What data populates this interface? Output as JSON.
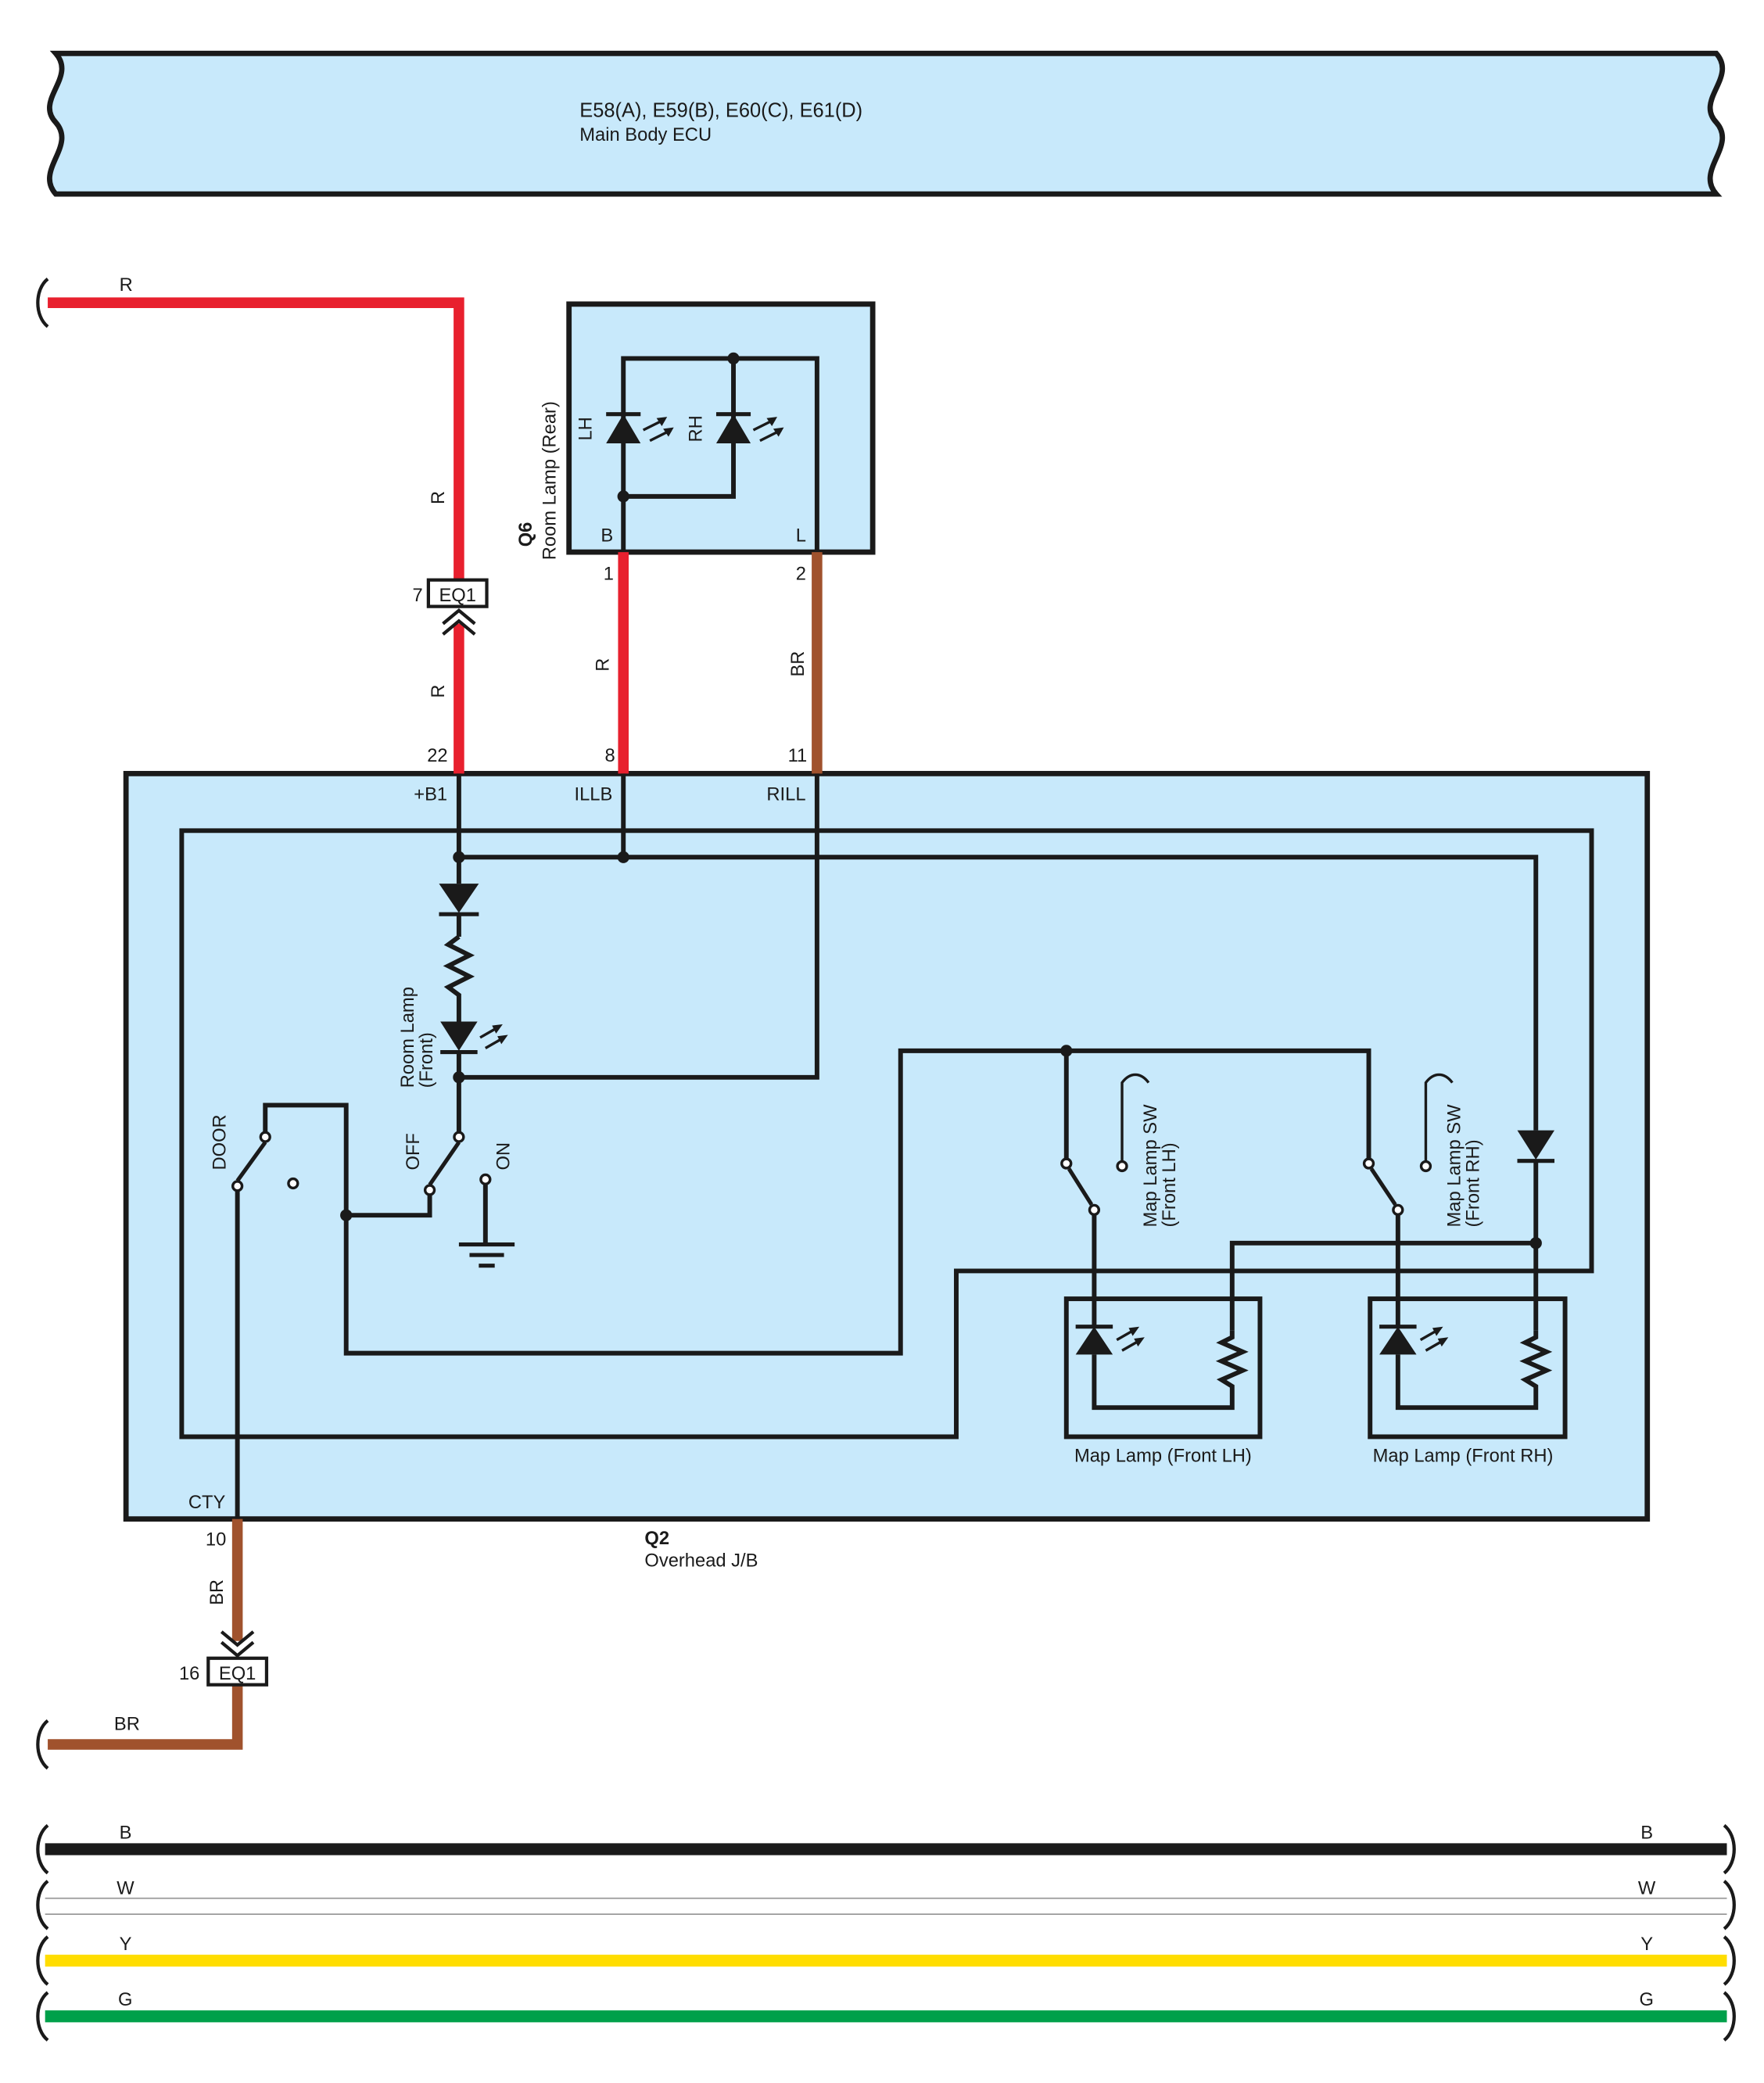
{
  "ecu": {
    "title": "E58(A), E59(B), E60(C), E61(D)",
    "subtitle": "Main Body ECU"
  },
  "room_lamp_rear": {
    "code": "Q6",
    "name": "Room Lamp (Rear)",
    "led_left": "LH",
    "led_right": "RH",
    "term_b": "B",
    "term_l": "L",
    "pin_1": "1",
    "pin_2": "2"
  },
  "junction_block": {
    "code": "Q2",
    "name": "Overhead J/B",
    "term_b1": "+B1",
    "term_illb": "ILLB",
    "term_rill": "RILL",
    "term_cty": "CTY",
    "pin_22": "22",
    "pin_8": "8",
    "pin_11": "11",
    "pin_10": "10",
    "room_lamp_front_1": "Room Lamp",
    "room_lamp_front_2": "(Front)",
    "sw_off": "OFF",
    "sw_on": "ON",
    "sw_door": "DOOR",
    "map_sw_lh_1": "Map Lamp SW",
    "map_sw_lh_2": "(Front LH)",
    "map_sw_rh_1": "Map Lamp SW",
    "map_sw_rh_2": "(Front RH)",
    "map_lamp_lh": "Map Lamp (Front LH)",
    "map_lamp_rh": "Map Lamp (Front RH)"
  },
  "connectors": {
    "top": {
      "name": "EQ1",
      "pin": "7"
    },
    "bottom": {
      "name": "EQ1",
      "pin": "16"
    }
  },
  "wires": {
    "red_top": "R",
    "red_upper": "R",
    "red_lower": "R",
    "red_q6": "R",
    "brown_q6": "BR",
    "brown_cty": "BR",
    "brown_bottom": "BR"
  },
  "colors": {
    "red": "#e8202e",
    "brown": "#a0522d",
    "black": "#1a1a1a",
    "yellow": "#ffdd00",
    "green": "#00a04a",
    "box_fill": "#c8e9fb"
  },
  "legend": [
    {
      "code": "B",
      "color": "#1a1a1a"
    },
    {
      "code": "W",
      "color": "#ffffff"
    },
    {
      "code": "Y",
      "color": "#ffdd00"
    },
    {
      "code": "G",
      "color": "#00a04a"
    }
  ]
}
